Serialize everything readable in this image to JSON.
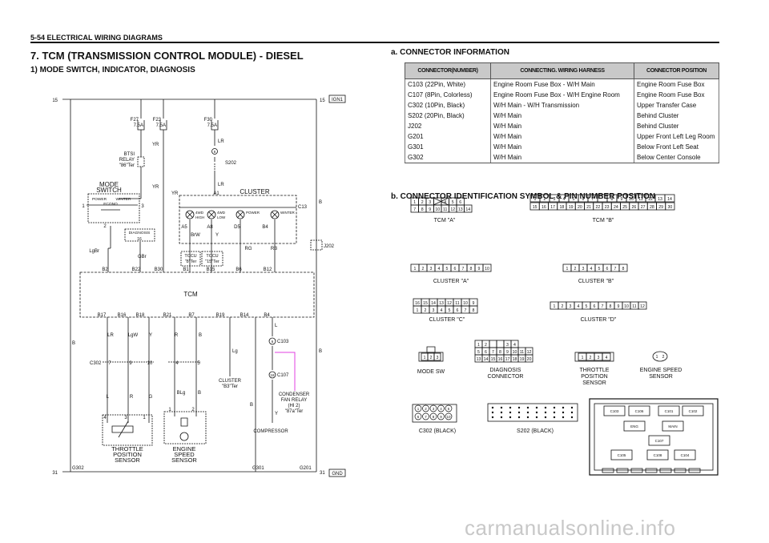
{
  "header": {
    "text": "5-54  ELECTRICAL WIRING DIAGRAMS"
  },
  "title": "7.  TCM (TRANSMISSION CONTROL MODULE) - DIESEL",
  "subtitle": "1)  MODE SWITCH, INDICATOR, DIAGNOSIS",
  "section_a": {
    "title": "a.  CONNECTOR  INFORMATION",
    "columns": [
      "CONNECTOR(NUMBER)",
      "CONNECTING. WIRING HARNESS",
      "CONNECTOR POSITION"
    ],
    "rows": [
      [
        "C103 (22Pin, White)",
        "Engine Room Fuse Box - W/H Main",
        "Engine Room Fuse Box"
      ],
      [
        "C107 (8Pin, Colorless)",
        "Engine Room Fuse Box - W/H Engine Room",
        "Engine Room Fuse Box"
      ],
      [
        "C302 (10Pin, Black)",
        "W/H Main - W/H Transmission",
        "Upper Transfer Case"
      ],
      [
        "S202 (20Pin, Black)",
        "W/H Main",
        "Behind Cluster"
      ],
      [
        "J202",
        "W/H Main",
        "Behind Cluster"
      ],
      [
        "G201",
        "W/H Main",
        "Upper Front Left Leg Room"
      ],
      [
        "G301",
        "W/H Main",
        "Below Front Left Seat"
      ],
      [
        "G302",
        "W/H Main",
        "Below Center Console"
      ]
    ]
  },
  "section_b": {
    "title": "b.  CONNECTOR  IDENTIFICATION  SYMBOL  &  PIN  NUMBER  POSITION",
    "tcm_a": {
      "label": "TCM \"A\"",
      "top": [
        "1",
        "2",
        "3",
        "",
        "4",
        "5",
        "6"
      ],
      "bottom": [
        "7",
        "8",
        "9",
        "10",
        "11",
        "12",
        "13",
        "14"
      ]
    },
    "tcm_b": {
      "label": "TCM \"B\"",
      "top": [
        "1",
        "2",
        "3",
        "4",
        "5",
        "6",
        "7",
        "",
        "8",
        "9",
        "10",
        "11",
        "12",
        "13",
        "14"
      ],
      "bottom": [
        "15",
        "16",
        "17",
        "18",
        "19",
        "20",
        "21",
        "22",
        "23",
        "24",
        "25",
        "26",
        "27",
        "28",
        "29",
        "30"
      ]
    },
    "cluster_a": {
      "label": "CLUSTER  \"A\"",
      "pins": [
        "1",
        "2",
        "3",
        "4",
        "5",
        "6",
        "7",
        "8",
        "9",
        "10"
      ]
    },
    "cluster_b": {
      "label": "CLUSTER  \"B\"",
      "pins": [
        "1",
        "2",
        "3",
        "4",
        "5",
        "6",
        "7",
        "8"
      ]
    },
    "cluster_c": {
      "label": "CLUSTER  \"C\"",
      "top": [
        "16",
        "15",
        "14",
        "13",
        "12",
        "11",
        "10",
        "9"
      ],
      "bottom": [
        "1",
        "2",
        "3",
        "4",
        "5",
        "6",
        "7",
        "8"
      ]
    },
    "cluster_d": {
      "label": "CLUSTER  \"D\"",
      "pins": [
        "1",
        "2",
        "3",
        "4",
        "5",
        "6",
        "7",
        "8",
        "9",
        "10",
        "11",
        "12"
      ]
    },
    "mode_sw": {
      "label": "MODE SW",
      "pins": [
        "1",
        "2",
        "3"
      ]
    },
    "diagnosis": {
      "label1": "DIAGNOSIS",
      "label2": "CONNECTOR",
      "r1": [
        "1",
        "2",
        "",
        "",
        "3",
        "4"
      ],
      "r2": [
        "5",
        "6",
        "7",
        "8",
        "9",
        "10",
        "11",
        "12"
      ],
      "r3": [
        "13",
        "14",
        "15",
        "16",
        "17",
        "18",
        "19",
        "20"
      ]
    },
    "throttle": {
      "label1": "THROTTLE",
      "label2": "POSITION",
      "label3": "SENSOR",
      "pins": [
        "1",
        "2",
        "3",
        "4"
      ]
    },
    "engine_speed": {
      "label1": "ENGINE  SPEED",
      "label2": "SENSOR",
      "pins": [
        "1",
        "2"
      ]
    },
    "c302": {
      "label": "C302  (BLACK)",
      "top": [
        "1",
        "2",
        "3",
        "4",
        "5"
      ],
      "bottom": [
        "6",
        "7",
        "8",
        "9",
        "10"
      ]
    },
    "s202": {
      "label": "S202  (BLACK)"
    },
    "fusebox": {
      "labels": [
        "C103",
        "C106",
        "C101",
        "C102",
        "ENG",
        "MAIN",
        "C107",
        "C105",
        "C108",
        "C104"
      ]
    }
  },
  "diagram": {
    "bus_top": "15",
    "bus_bottom": "31",
    "ign": "IGN1",
    "gnd": "GND",
    "f27": "F27",
    "f27_amp": "7.5A",
    "f23": "F23",
    "f23_amp": "7.5A",
    "f30": "F30",
    "f30_amp": "7.5A",
    "btsi": [
      "BTSI",
      "RELAY",
      "\"86\"Ter"
    ],
    "mode_switch": [
      "MODE",
      "SWITCH"
    ],
    "power": "POWER",
    "winter": "WINTER",
    "econo": "ECONO",
    "diag": "DIAGNOSIS",
    "diag_pin": "16",
    "cluster": "CLUSTER",
    "c13": "C13",
    "ind": [
      "4WD",
      "HIGH",
      "4WD",
      "LOW",
      "POWER",
      "WINTER"
    ],
    "tccu1": [
      "TCCU",
      "\"8\"Ter"
    ],
    "tccu2": [
      "TCCU",
      "\"15\"Ter"
    ],
    "s202": "S202",
    "j202": "J202",
    "tcm": "TCM",
    "pins_top": [
      "B2",
      "B22",
      "B30",
      "B1",
      "B15",
      "B6",
      "B12"
    ],
    "pins_bot": [
      "B17",
      "B16",
      "B18",
      "B21",
      "B7",
      "B19",
      "B14",
      "B4"
    ],
    "clpins": [
      "A1",
      "A5",
      "A8",
      "D5",
      "B4"
    ],
    "wires": [
      "YR",
      "YR",
      "YR",
      "LR",
      "LR",
      "LgBr",
      "GBr",
      "BrW",
      "Y",
      "RG",
      "RB",
      "B",
      "B",
      "B",
      "LR",
      "LgW",
      "Y",
      "R",
      "B",
      "Lg",
      "L",
      "L",
      "R",
      "G",
      "BLg",
      "B",
      "B",
      "Y"
    ],
    "c302": "C302",
    "c302pins": [
      "7",
      "9",
      "10",
      "4",
      "5"
    ],
    "c103": "C103",
    "c103pin": "6",
    "c107": "C107",
    "c107pin": "18",
    "cluster_b3": [
      "CLUSTER",
      "\"B3\"Ter"
    ],
    "condenser": [
      "CONDENSER",
      "FAN RELAY",
      "(HI 2)",
      "\"87a\"Ter"
    ],
    "compressor": "COMPRESSOR",
    "throttle": [
      "THROTTLE",
      "POSITION",
      "SENSOR"
    ],
    "tp_pins": [
      "4",
      "3",
      "1"
    ],
    "engine": [
      "ENGINE",
      "SPEED",
      "SENSOR"
    ],
    "es_pins": [
      "1",
      "2"
    ],
    "g302": "G302",
    "g301": "G301",
    "g201": "G201"
  },
  "watermark": "carmanualsonline.info"
}
